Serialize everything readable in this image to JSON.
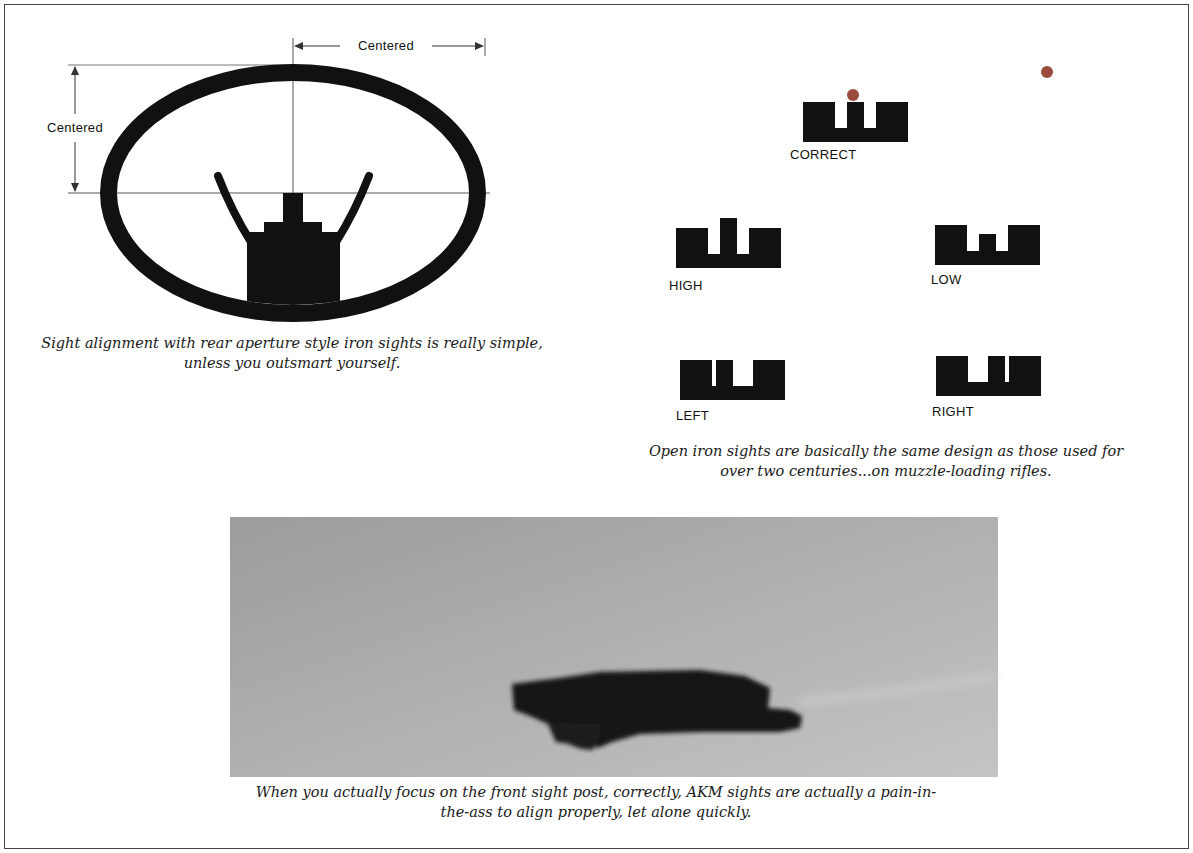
{
  "diagram": {
    "labels": [
      "Centered",
      "Centered",
      "CORRECT",
      "HIGH",
      "LOW",
      "LEFT",
      "RIGHT",
      "Sight alignment with rear aperture style iron sights is really simple, unless you outsmart yourself.",
      "Open iron sights are basically the same design as those used for over two centuries...on muzzle-loading rifles.",
      "When you actually focus on the front sight post, correctly, AKM sights are actually a pain-in-the-ass to align properly, let alone quickly."
    ]
  }
}
